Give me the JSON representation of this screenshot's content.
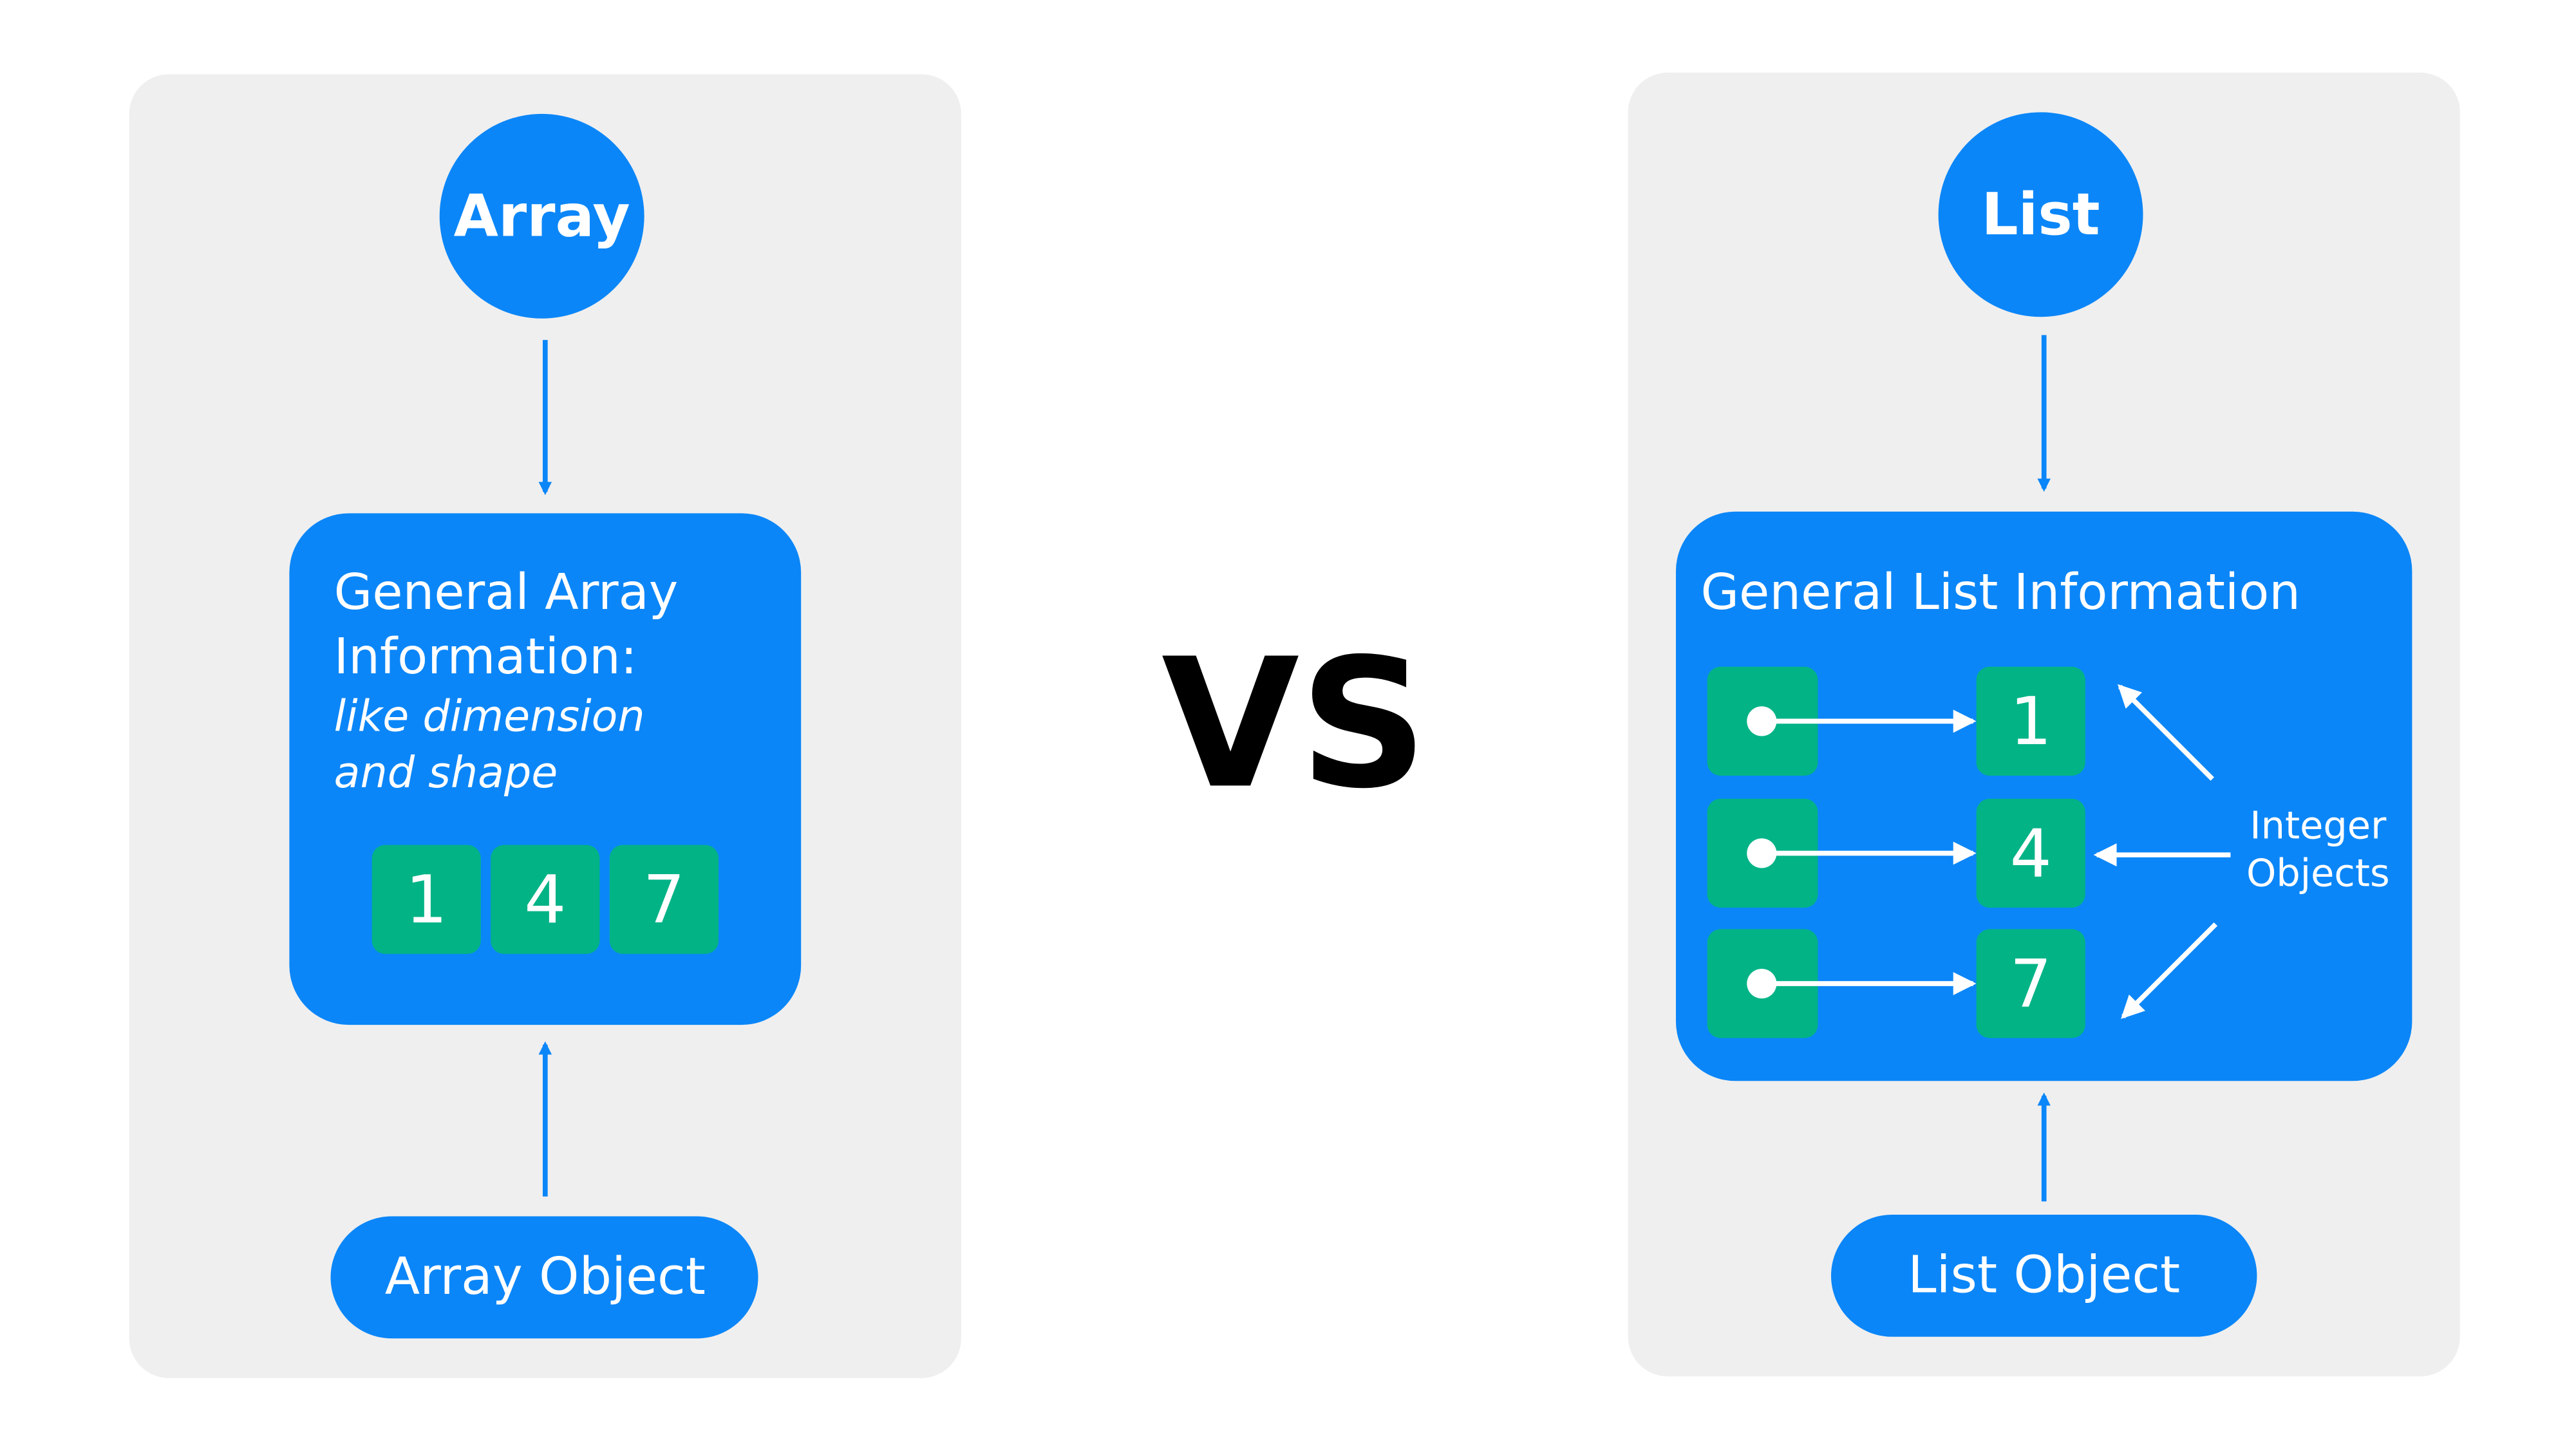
{
  "colors": {
    "background": "#ffffff",
    "panel": "#efefef",
    "blue": "#0b86f8",
    "green": "#02b386",
    "text_light": "#ffffff",
    "vs_text": "#000000"
  },
  "array_side": {
    "title": "Array",
    "info_line1": "General Array",
    "info_line2": "Information:",
    "info_italic1": "like dimension",
    "info_italic2": "and shape",
    "values": [
      "1",
      "4",
      "7"
    ],
    "object_label": "Array Object"
  },
  "vs_label": "VS",
  "list_side": {
    "title": "List",
    "info_title": "General List Information",
    "values": [
      "1",
      "4",
      "7"
    ],
    "annotation_line1": "Integer",
    "annotation_line2": "Objects",
    "object_label": "List Object"
  }
}
